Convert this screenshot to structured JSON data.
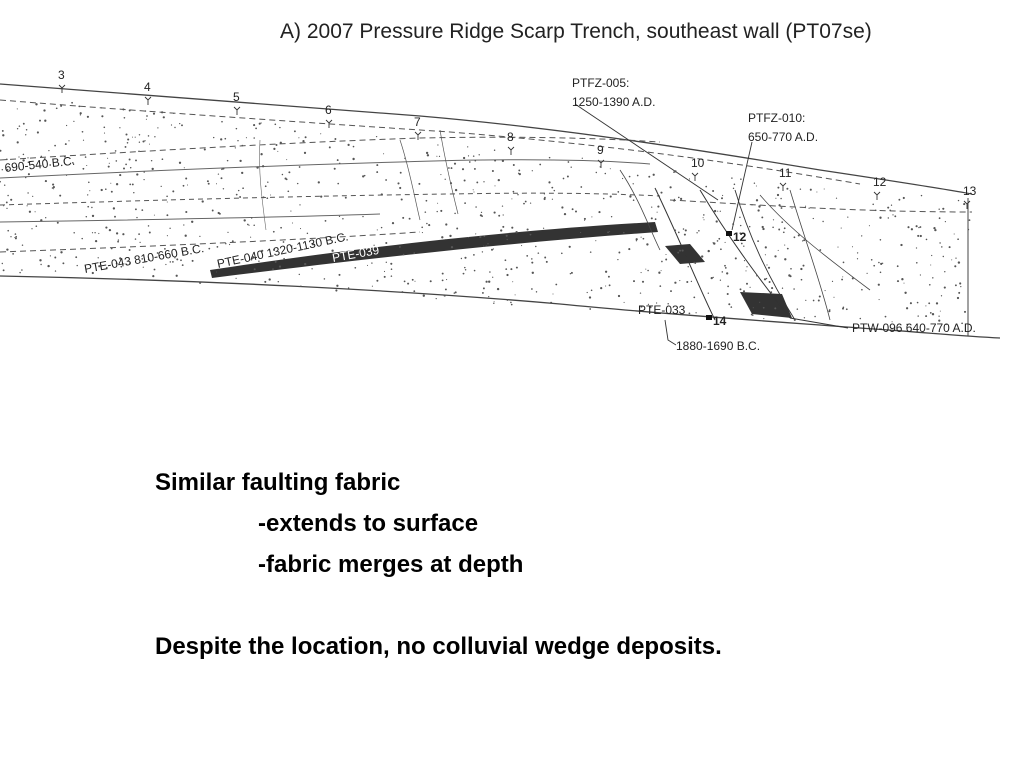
{
  "figure": {
    "title": "A) 2007 Pressure Ridge Scarp Trench, southeast wall (PT07se)",
    "stations": [
      "3",
      "4",
      "5",
      "6",
      "7",
      "8",
      "9",
      "10",
      "11",
      "12",
      "13"
    ],
    "sample_numbers": [
      "12",
      "14"
    ],
    "labels": {
      "date_left": "690-540 B.C.",
      "pte043": "PTE-043  810-660 B.C.",
      "pte040": "PTE-040  1320-1130 B.C.",
      "pte039": "PTE-039",
      "pte033": "PTE-033",
      "date_bottom": "1880-1690 B.C.",
      "ptfz005_id": "PTFZ-005:",
      "ptfz005_date": "1250-1390 A.D.",
      "ptfz010_id": "PTFZ-010:",
      "ptfz010_date": "650-770 A.D.",
      "ptw096": "PTW-096  640-770 A.D."
    }
  },
  "notes": {
    "line1": "Similar faulting fabric",
    "line2": "-extends to surface",
    "line3": "-fabric merges at depth",
    "line4": "Despite the location, no colluvial wedge deposits."
  }
}
